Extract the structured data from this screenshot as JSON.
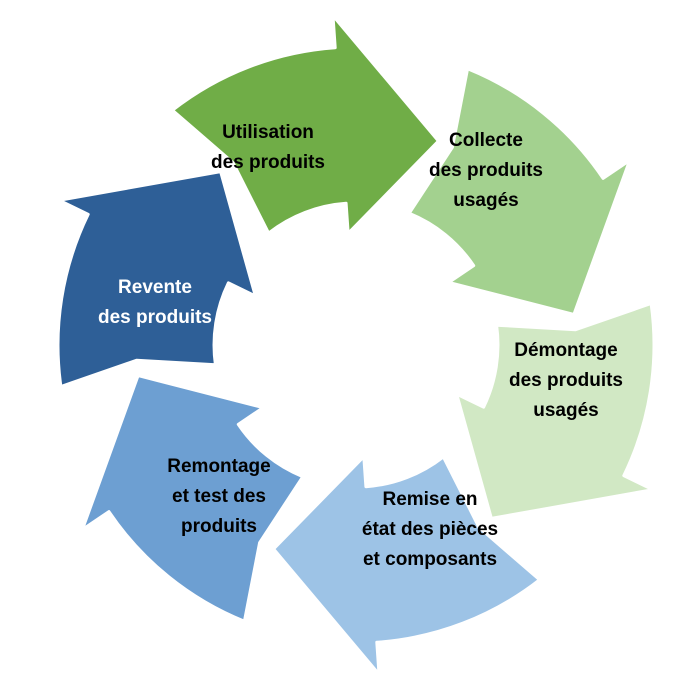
{
  "stages": [
    {
      "label": "Utilisation\ndes produits",
      "color": "#70ad47",
      "text_color": "#000000"
    },
    {
      "label": "Collecte\ndes produits\nusagés",
      "color": "#a3d18f",
      "text_color": "#000000"
    },
    {
      "label": "Démontage\ndes produits\nusagés",
      "color": "#d1e8c4",
      "text_color": "#000000"
    },
    {
      "label": "Remise en\nétat des pièces\net composants",
      "color": "#9dc3e6",
      "text_color": "#000000"
    },
    {
      "label": "Remontage\net test des\nproduits",
      "color": "#6d9fd2",
      "text_color": "#000000"
    },
    {
      "label": "Revente\ndes produits",
      "color": "#2e5f97",
      "text_color": "#ffffff"
    }
  ]
}
